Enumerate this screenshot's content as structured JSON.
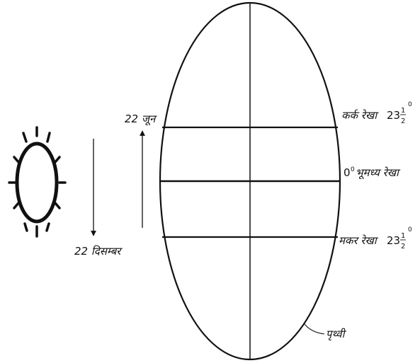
{
  "labels": {
    "june": "22 जून",
    "december": "22 दिसम्बर",
    "cancer_name": "कर्क रेखा",
    "cancer_whole": "23",
    "cancer_num": "1",
    "cancer_den": "2",
    "cancer_deg": "0",
    "equator_deg": "0",
    "equator_zero": "0",
    "equator_name": "भूमध्य रेखा",
    "capricorn_name": "मकर रेखा",
    "capricorn_whole": "23",
    "capricorn_num": "1",
    "capricorn_den": "2",
    "capricorn_deg": "0",
    "earth": "पृथ्वी"
  },
  "colors": {
    "stroke": "#111111"
  }
}
